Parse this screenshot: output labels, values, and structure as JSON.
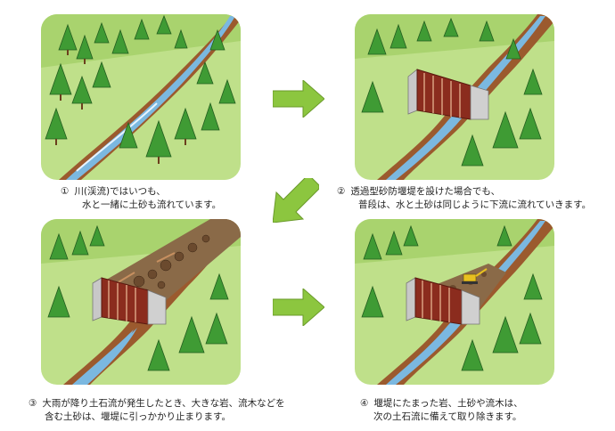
{
  "captions": [
    {
      "number": "①",
      "lines": [
        "川(渓流)ではいつも、",
        "水と一緒に土砂も流れています。"
      ]
    },
    {
      "number": "②",
      "lines": [
        "透過型砂防堰堤を設けた場合でも、",
        "普段は、水と土砂は同じように下流に流れていきます。"
      ]
    },
    {
      "number": "③",
      "lines": [
        "大雨が降り土石流が発生したとき、大きな岩、流木などを",
        "含む土砂は、堰堤に引っかかり止まります。"
      ]
    },
    {
      "number": "④",
      "lines": [
        "堰堤にたまった岩、土砂や流木は、",
        "次の土石流に備えて取り除きます。"
      ]
    }
  ],
  "colors": {
    "arrow": "#8cc63f",
    "grass": "#b9dc80",
    "tree": "#3f9b34",
    "river": "#7bb8e0",
    "bank": "#9b5a2e",
    "dam": "#8b2c1e"
  }
}
